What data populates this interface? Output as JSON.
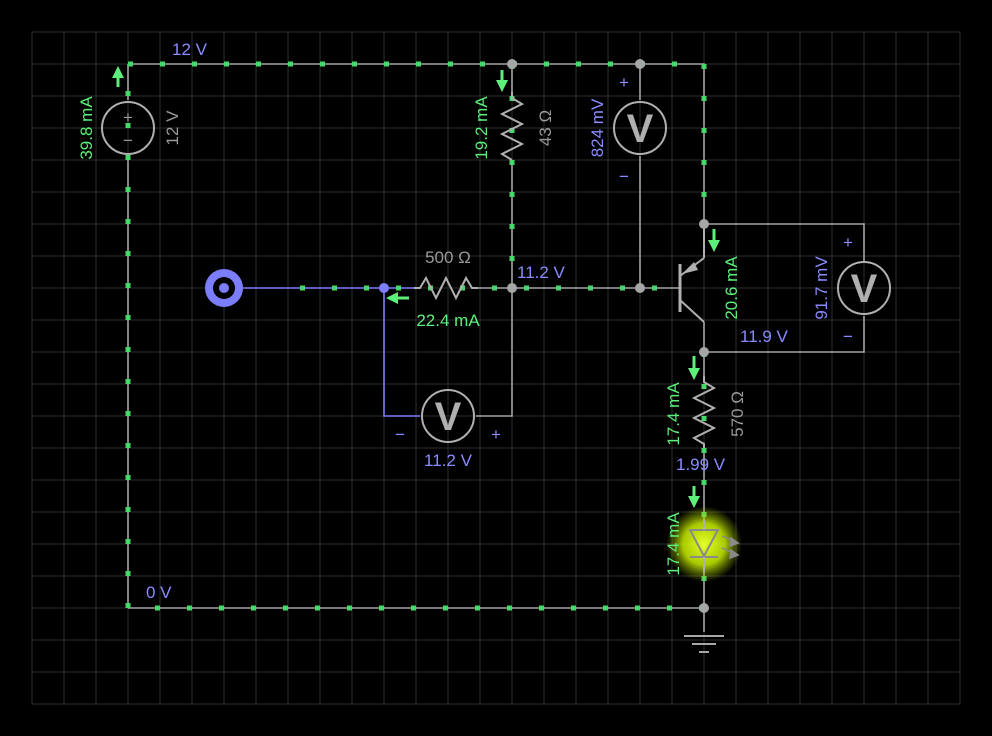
{
  "colors": {
    "background": "#000000",
    "grid": "#2e2e2e",
    "wire": "#a6a6a6",
    "current_label": "#5cf07a",
    "voltage_label": "#8a8cff",
    "component_label": "#9a9a9a",
    "led_glow": "#d8ff00"
  },
  "node_voltages": {
    "top_rail": "12 V",
    "bottom_rail": "0 V",
    "base_node": "11.2 V",
    "emitter_node": "11.9 V",
    "resistor_570_node": "1.99 V"
  },
  "source": {
    "voltage": "12 V",
    "current": "39.8 mA",
    "plus": "+",
    "minus": "−"
  },
  "resistor_43": {
    "value": "43 Ω",
    "current": "19.2 mA"
  },
  "resistor_500": {
    "value": "500 Ω",
    "current": "22.4 mA"
  },
  "resistor_570": {
    "value": "570 Ω",
    "current": "17.4 mA"
  },
  "transistor": {
    "current": "20.6 mA"
  },
  "led": {
    "current": "17.4 mA"
  },
  "voltmeter_top": {
    "reading": "824 mV",
    "symbol": "V",
    "plus": "+",
    "minus": "−"
  },
  "voltmeter_right": {
    "reading": "91.7 mV",
    "symbol": "V",
    "plus": "+",
    "minus": "−"
  },
  "voltmeter_bottom": {
    "reading": "11.2 V",
    "symbol": "V",
    "plus": "+",
    "minus": "−"
  }
}
